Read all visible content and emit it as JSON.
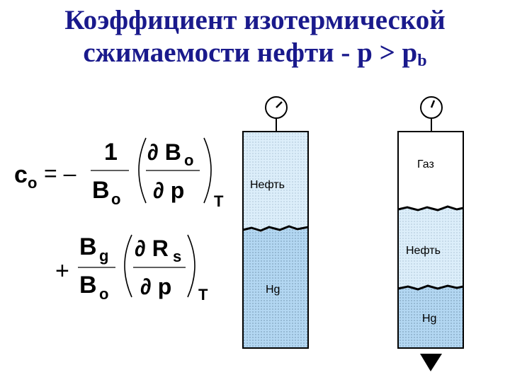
{
  "title": {
    "line1": "Коэффициент изотермической",
    "line2_main": "сжимаемости нефти - p > p",
    "line2_sub": "b"
  },
  "formula": {
    "lhs_main": "c",
    "lhs_sub": "o",
    "equals_minus": "= –",
    "t1_num": "1",
    "t1_den_main": "B",
    "t1_den_sub": "o",
    "t1_dnum_main": "∂ B",
    "t1_dnum_sub": "o",
    "t1_dden": "∂ p",
    "t1_t": "T",
    "plus": "+",
    "t2_num_main": "B",
    "t2_num_sub": "g",
    "t2_den_main": "B",
    "t2_den_sub": "o",
    "t2_dnum_main": "∂ R",
    "t2_dnum_sub": "s",
    "t2_dden": "∂ p",
    "t2_t": "T"
  },
  "cylinder_left": {
    "oil_label": "Нефть",
    "hg_label": "Hg"
  },
  "cylinder_right": {
    "gas_label": "Газ",
    "oil_label": "Нефть",
    "hg_label": "Hg"
  },
  "colors": {
    "title": "#1a1a8c",
    "oil_fill": "#dceefa",
    "hg_fill": "#b3d7f2"
  }
}
